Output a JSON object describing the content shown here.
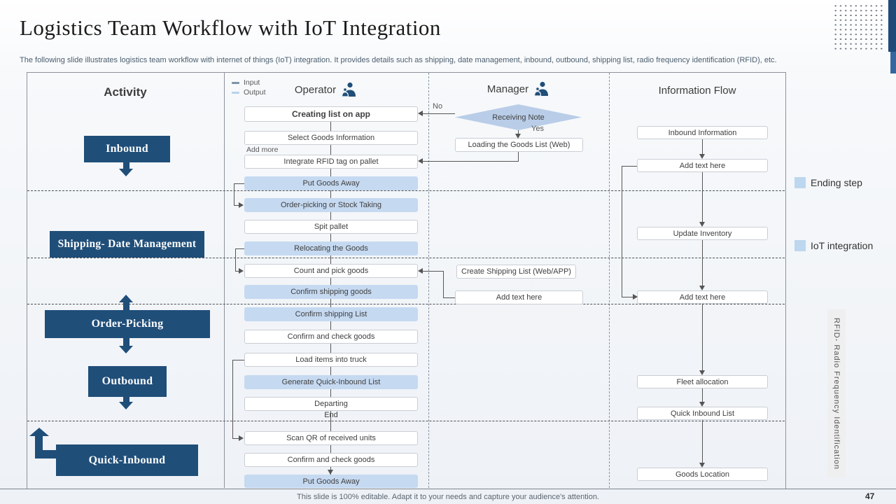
{
  "slide": {
    "title": "Logistics Team Workflow with IoT Integration",
    "subtitle": "The following slide illustrates logistics team workflow with internet of things (IoT) integration. It provides details such as shipping, date management, inbound, outbound, shipping list, radio frequency identification (RFID), etc.",
    "footer": "This slide is 100% editable. Adapt it to your needs and capture your audience's attention.",
    "page_number": "47"
  },
  "columns": {
    "activity": "Activity",
    "operator": "Operator",
    "manager": "Manager",
    "information_flow": "Information Flow"
  },
  "io_legend": {
    "input": "Input",
    "output": "Output"
  },
  "labels": {
    "no": "No",
    "yes": "Yes",
    "add_more": "Add more",
    "end": "End"
  },
  "activities": [
    {
      "label": "Inbound"
    },
    {
      "label": "Shipping- Date Management"
    },
    {
      "label": "Order-Picking"
    },
    {
      "label": "Outbound"
    },
    {
      "label": "Quick-Inbound"
    }
  ],
  "operator_steps": [
    {
      "label": "Creating list on app",
      "highlighted": false
    },
    {
      "label": "Select Goods Information",
      "highlighted": false
    },
    {
      "label": "Integrate RFID tag on pallet",
      "highlighted": false
    },
    {
      "label": "Put Goods Away",
      "highlighted": true
    },
    {
      "label": "Order-picking or Stock Taking",
      "highlighted": true
    },
    {
      "label": "Spit pallet",
      "highlighted": false
    },
    {
      "label": "Relocating the Goods",
      "highlighted": true
    },
    {
      "label": "Count and pick goods",
      "highlighted": false
    },
    {
      "label": "Confirm shipping goods",
      "highlighted": true
    },
    {
      "label": "Confirm shipping List",
      "highlighted": true
    },
    {
      "label": "Confirm and check goods",
      "highlighted": false
    },
    {
      "label": "Load items into truck",
      "highlighted": false
    },
    {
      "label": "Generate Quick-Inbound List",
      "highlighted": true
    },
    {
      "label": "Departing",
      "highlighted": false
    },
    {
      "label": "Scan QR of received units",
      "highlighted": false
    },
    {
      "label": "Confirm and check goods",
      "highlighted": false
    },
    {
      "label": "Put Goods Away",
      "highlighted": true
    }
  ],
  "manager": {
    "decision": "Receiving Note",
    "steps": [
      "Loading the Goods List (Web)",
      "Create Shipping List (Web/APP)",
      "Add text here"
    ]
  },
  "info_flow": [
    "Inbound Information",
    "Add text here",
    "Update Inventory",
    "Add text here",
    "Fleet allocation",
    "Quick Inbound List",
    "Goods Location"
  ],
  "legend": [
    {
      "label": "Ending step"
    },
    {
      "label": "IoT integration"
    }
  ],
  "rfid_note": "RFID-  Radio  Frequency  Identification",
  "colors": {
    "dark_blue": "#1F4E79",
    "iot_light_blue": "#C5D9F1",
    "diamond_blue": "#B9CDE8",
    "legend_blue": "#BDD7EE"
  }
}
